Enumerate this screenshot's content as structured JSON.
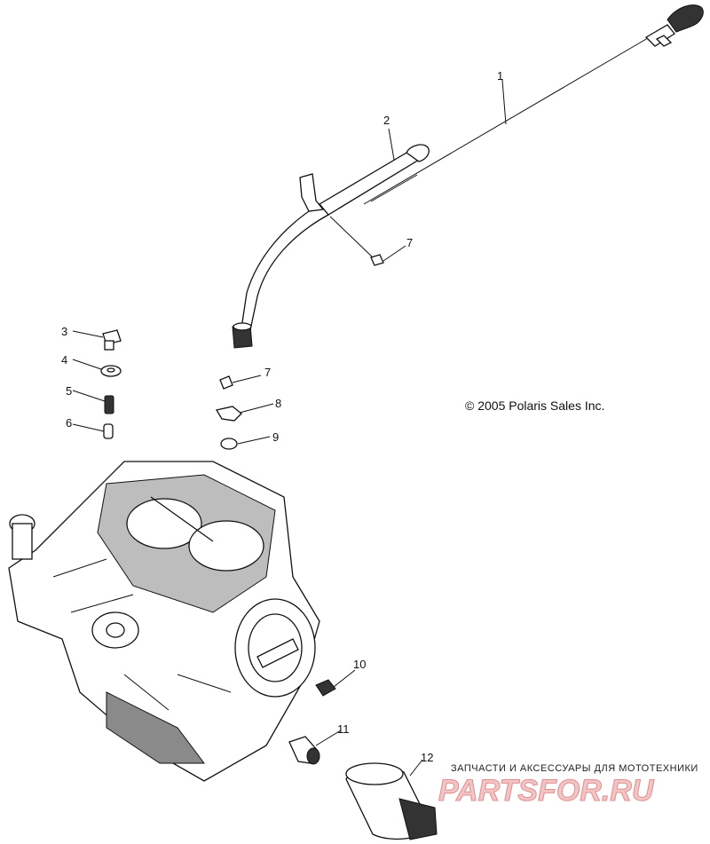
{
  "copyright": "© 2005 Polaris Sales Inc.",
  "callouts": {
    "c1": "1",
    "c2": "2",
    "c3": "3",
    "c4": "4",
    "c5": "5",
    "c6": "6",
    "c7a": "7",
    "c7b": "7",
    "c8": "8",
    "c9": "9",
    "c10": "10",
    "c11": "11",
    "c12": "12"
  },
  "watermark": {
    "tagline": "ЗАПЧАСТИ И АКСЕССУАРЫ ДЛЯ МОТОТЕХНИКИ",
    "brand": "PARTSFOR.RU"
  },
  "colors": {
    "line": "#111111",
    "watermark": "#e08f8f"
  }
}
